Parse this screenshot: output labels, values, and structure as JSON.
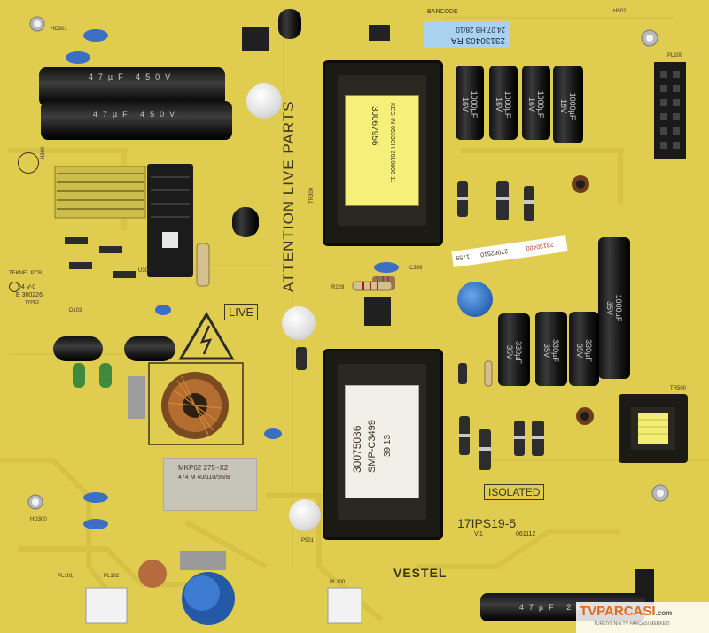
{
  "board": {
    "model_label": "17IPS19-5",
    "version": "V.1",
    "date_code": "061112",
    "brand": "VESTEL",
    "warning_text": "ATTENTION LIVE PARTS",
    "live_label": "LIVE",
    "isolated_label": "ISOLATED",
    "barcode_sticker": "23130403 RA",
    "barcode_sticker_line2": "24.07.HB 28/10",
    "barcode_header": "BARCODE",
    "sticker_left": "23130400",
    "sticker_mid": "27062510",
    "sticker_right": "1759",
    "manufacturer_text": "TEKNEL PCB",
    "rating_text": "94 V-0",
    "e_code": "E 300226",
    "type_text": "TYPE3",
    "watermark_brand": "TVPARCASI",
    "watermark_suffix": ".com",
    "watermark_tagline": "TÜRKİYE'NİN TV PARÇASI MERKEZİ"
  },
  "transformer_top": {
    "line1": "30067956",
    "line2": "KEG-IN 0533CH 2010806-11"
  },
  "transformer_bottom": {
    "line1": "30075036",
    "line2": "SMP-C3499",
    "line3": "39 13"
  },
  "filter_cap": {
    "line1": "MKP62 275~X2",
    "line2": "474 M 40/110/56/B"
  },
  "caps_top_right": [
    "1000µF 16V",
    "1000µF 16V",
    "1000µF 16V",
    "1000µF 16V"
  ],
  "caps_mid_right": [
    "330µF 35V",
    "330µF 35V",
    "330µF 35V"
  ],
  "cap_tall_right": "1000µF 35V",
  "caps_bulk_left": [
    "47µF 450V",
    "47µF 450V"
  ],
  "cap_bottom": "47µF 200V",
  "refs": {
    "pl200": "PL200",
    "pl100": "PL100",
    "pl101": "PL101",
    "pl102": "PL102",
    "ps01": "P501",
    "tr500": "TR500",
    "tr300": "TR300",
    "h300": "H300",
    "hd300": "HD300",
    "hd301": "HD301",
    "h502": "H502",
    "u301": "U301",
    "d103": "D103",
    "r229": "R229",
    "c339": "C339"
  }
}
